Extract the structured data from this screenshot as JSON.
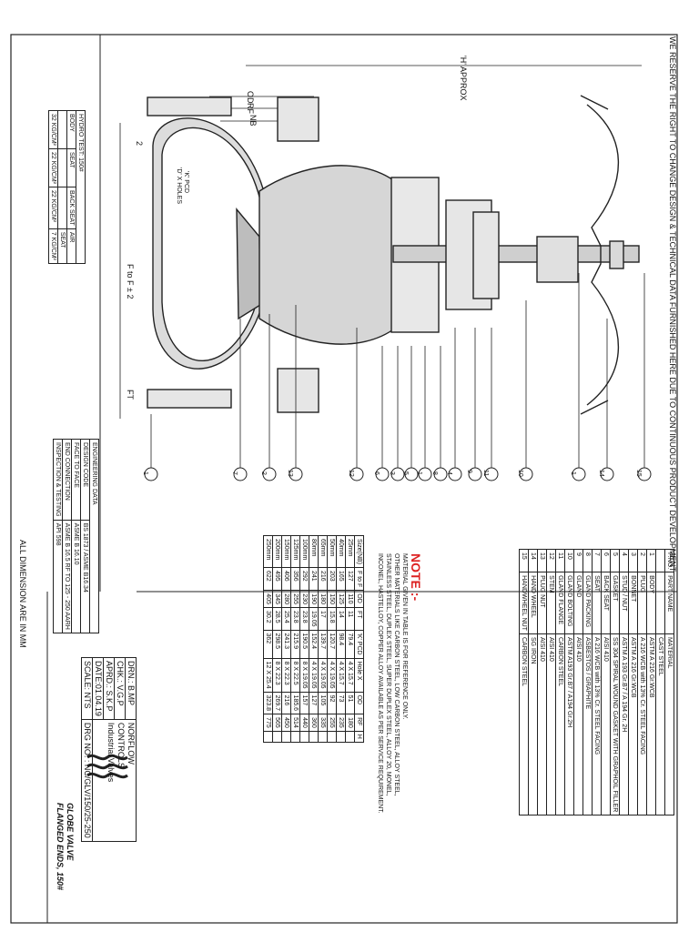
{
  "drawing": {
    "reserve_note": "WE RESERVE THE RIGHT TO CHANGE DESIGN & TECHNICAL DATA FURNISHED HERE DUE TO CONTINUOUS PRODUCT DEVELOPMENT",
    "dimensions_note": "ALL DIMENSION ARE IN MM",
    "labels": {
      "h_approx": "'H' APPROX",
      "od": "OD",
      "rf": "RF",
      "nb": "NB",
      "f_to_f": "F to F ± 2",
      "ft": "FT",
      "k_pcd": "'K' PCD",
      "holes": "'D' X HOLES",
      "two": "2"
    },
    "balloons": [
      "1",
      "7",
      "2",
      "13",
      "12",
      "6",
      "3",
      "5",
      "1",
      "8",
      "4",
      "9",
      "11",
      "10",
      "1",
      "14",
      "15"
    ]
  },
  "hydro_test": {
    "title": "HYDRO TEST: 150#",
    "headers": [
      "BODY",
      "SEAT",
      "BACK SEAT",
      "AIR"
    ],
    "row2": [
      "",
      "",
      "",
      "SEAT"
    ],
    "values": [
      "32 KG/CM²",
      "22 KG/CM²",
      "22 KG/CM²",
      "7 KG/CM²"
    ]
  },
  "engineering": {
    "title": "ENGINEERING DATA",
    "rows": [
      [
        "DESIGN CODE",
        "BS 1873 / ASME B16.34"
      ],
      [
        "FACE TO FACE",
        "ASME B 16.10"
      ],
      [
        "END CONNECTION",
        "ASME B 16.5 RF TO 125 - 250 AARH"
      ],
      [
        "INSPECTION & TESTING",
        "API 598"
      ]
    ]
  },
  "parts": {
    "headers": [
      "P.NO.",
      "PART NAME",
      "MATERIAL"
    ],
    "header_sub": "CAST STEEL",
    "rows": [
      [
        "1",
        "BODY",
        "ASTM A 216 Gr.WCB"
      ],
      [
        "2",
        "PLUG",
        "A 216 WCB with 13% Cr. STEEL FACING"
      ],
      [
        "3",
        "BONNET",
        "ASTM A 216 Gr.WCB"
      ],
      [
        "4",
        "STUD / NUT",
        "ASTM A 193 Gr.B7 / A 194 Gr. 2H"
      ],
      [
        "5",
        "GASKET",
        "SS 304 SPIRAL WOUND GASKET WITH GRAPHOIL FILLER"
      ],
      [
        "6",
        "BACK SEAT",
        "AISI 410"
      ],
      [
        "7",
        "SEAT",
        "A 216 WCB with 13% Cr. STEEL FACING"
      ],
      [
        "8",
        "GLAND PACKING",
        "ASBESTOS / GRAPHITE"
      ],
      [
        "9",
        "GLAND",
        "AISI 410"
      ],
      [
        "10",
        "GLAND BOLTING",
        "ASTM A193 Gr.B7 / A194 Gr.2H"
      ],
      [
        "11",
        "GLAND FLANGE",
        "CARBON STEEL"
      ],
      [
        "12",
        "STEM",
        "AISI 410"
      ],
      [
        "13",
        "PLUG NUT",
        "AISI 410"
      ],
      [
        "14",
        "HAND WHEEL",
        "SG IRON"
      ],
      [
        "15",
        "HANDWHEEL NUT",
        "CARBON STEEL"
      ]
    ]
  },
  "note": {
    "title": "NOTE :-",
    "lines": [
      "MATERIAL GIVEN IN TABLE IS FOR REFERENCE ONLY.",
      "OTHER MATERIALS LIKE CARBON STEEL, LOW CARBON STEEL, ALLOY STEEL,",
      "STAINLESS STEEL, DUPLEX STEEL, SUPER DUPLEX STEEL, ALLOY 20, MONEL,",
      "INCONEL, HASTELLOY, COPPER ALLOY AVAILABLE AS PER SERVICE REQUIREMENT."
    ]
  },
  "sizes": {
    "headers": [
      "Size(NB)",
      "F to F",
      "OD",
      "FT",
      "'K' PCD",
      "Hole X",
      "OD",
      "RF",
      "H"
    ],
    "rows": [
      [
        "25mm",
        "127",
        "110",
        "11",
        "79.4",
        "4 X 15.7",
        "51",
        "180"
      ],
      [
        "40mm",
        "165",
        "125",
        "14",
        "98.4",
        "4 X 15.7",
        "73",
        "235"
      ],
      [
        "50mm",
        "203",
        "150",
        "15.8",
        "120.7",
        "4 X 19.05",
        "92",
        "255"
      ],
      [
        "65mm",
        "216",
        "180",
        "17",
        "139.7",
        "4 X 19.05",
        "105",
        "335"
      ],
      [
        "80mm",
        "241",
        "190",
        "19.05",
        "152.4",
        "4 X 19.05",
        "127",
        "360"
      ],
      [
        "100mm",
        "292",
        "230",
        "23.8",
        "190.5",
        "8 X 19.05",
        "157",
        "440"
      ],
      [
        "125mm",
        "356",
        "255",
        "23.8",
        "215.9",
        "8 X 22.5",
        "185.6",
        "514"
      ],
      [
        "150mm",
        "406",
        "280",
        "25.4",
        "241.3",
        "8 X 22.3",
        "216",
        "450"
      ],
      [
        "200mm",
        "495",
        "345",
        "28.5",
        "298.5",
        "8 X 22.3",
        "269.7",
        "565"
      ],
      [
        "250mm",
        "622",
        "405",
        "30.2",
        "362",
        "12 X 25.4",
        "323.8",
        "775"
      ]
    ]
  },
  "title_block": {
    "drn": "DRN.: B.MP",
    "chk": "CHK.: V.G.P",
    "aprd": "APRD.: S.K.P",
    "date": "DATE:01.04.19",
    "scale": "SCALE: NTS",
    "company_1": "NORFLOW",
    "company_2": "CONTROLS",
    "company_tag": "Industrial Valves",
    "title_1": "GLOBE VALVE",
    "title_2": "FLANGED ENDS, 150#",
    "drg_no": "DRG NO. : NC/GLV/150/25-250"
  }
}
